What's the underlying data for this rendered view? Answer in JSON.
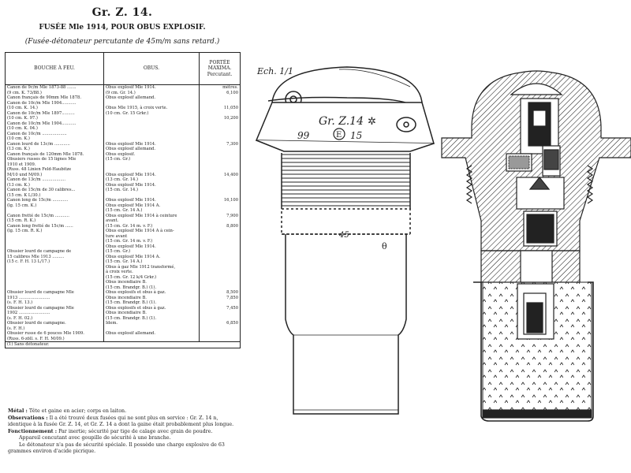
{
  "header": {
    "title": "Gr. Z. 14.",
    "subtitle": "FUSÉE Mle 1914, POUR OBUS EXPLOSIF.",
    "caption": "(Fusée-détonateur percutante de 45m/m sans retard.)"
  },
  "table": {
    "headers": [
      "BOUCHE À FEU.",
      "OBUS.",
      "PORTÉE MAXIMA. Percutant."
    ],
    "unit": "mètres.",
    "rows": [
      {
        "weapon": "Canon de 9c/m Mle 1873-88 .......\n(9 cm. K. 73/88.)\nCanon français de 90mm Mle 1878.\nCanon de 10c/m Mle 1904...........\n(10 cm. K. 14.)\nCanon de 10c/m Mle 1897..........\n(10 cm. K. 97.)\nCanon de 10c/m Mle 1904...........\n(10 cm. K. 04.)\nCanon de 10c/m ...................\n(10 cm. K.)",
        "shell": "Obus explosif Mle 1914.\n(9 cm. Gr. 14.)\nObus explosif allemand.\n\nObus Mle 1915, à croix verte.\n(10 cm. Gr. 15 Grkr.)",
        "range": "6,100\n\n\n11,050\n\n10,200"
      },
      {
        "weapon": "Canon lourd de 13c/m ............\n(13 cm. K.)\nCanon français de 120mm Mle 1878.\nObusiers russes de 15 lignes Mle\n1910 et 1909.\n(Russ. 48 Linien Feld-Haubitze\nM/10 und M/09.)\nCanon de 13c/m ..................\n(13 cm. K.)\nCanon de 15c/m de 30 calibres...\n(15 cm. K L/30.)",
        "shell": "Obus explosif Mle 1914.\nObus explosif allemand.\nObus explosif.\n(15 cm. Gr.)\n\n\nObus explosif Mle 1914.\n(13 cm. Gr. 14.)\nObus explosif Mle 1914.\n(15 cm. Gr. 14.)",
        "range": "7,300\n\n\n\n\n\n14,400"
      },
      {
        "weapon": "Canon long de 15c/m ............\n(lg. 15 cm. K.)\n\nCanon fretté de 15c/m ...........\n(15 cm. R. K.)\nCanon long fretté de 15c/m ......\n(lg. 15 cm. R. K.)",
        "shell": "Obus explosif Mle 1914.\nObus explosif Mle 1914 A.\n(15 cm. Gr. 14 A.)\nObus explosif Mle 1914 à ceinture\navant.\n(15 cm. Gr. 14 m. v. F.)\nObus explosif Mle 1914 A à cein-\nture avant\n(15 cm. Gr. 14 m. v. F.)",
        "range": "16,100\n\n\n7,900\n\n8,800"
      },
      {
        "weapon": "\nObusier lourd de campagne de\n15 calibres Mle 1913 .........\n(15 c. F. H. 13 L/17.)",
        "shell": "Obus explosif Mle 1914.\n(15 cm. Gr.)\nObus explosif Mle 1914 A.\n(15 cm. Gr. 14 A.)\nObus à gaz Mle 1912 transformé,\nà croix verte.\n(15 cm. Gr. 12 k/4 Grkr.)\nObus incendiaire B.\n(15 cm. Brandgr. B.) (1).",
        "range": ""
      },
      {
        "weapon": "Obusier lourd de campagne Mle\n1913 ........................\n(s. F. H. 13.)\nObusier lourd de campagne Mle\n1902 ........................\n(s. F. H. 02.)\nObusier lourd de campagne.\n(s. F. H.)\nObusier russe de 6 pouces Mle 1909.\n(Russ. 6-zöll. s. F. H. M/09.)",
        "shell": "Obus explosifs et obus à gaz.\nObus incendiaire B.\n(15 cm. Brandgr. B.) (1).\nObus explosifs et obus à gaz.\nObus incendiaire B.\n(15 cm. Brandgr. B.) (1).\nIdem.\n\nObus explosif allemand.",
        "range": "8,500\n7,850\n\n7,450\n\n\n6,850"
      }
    ],
    "footnote": "(1) Sans détonateur."
  },
  "notes": {
    "metal_label": "Métal :",
    "metal": "Tête et gaine en acier; corps en laiton.",
    "obs_label": "Observations :",
    "obs": "Il a été trouvé deux fusées qui ne sont plus en service : Gr. Z. 14 n, identique à la fusée Gr. Z. 14, et Gr. Z. 14 a dont la gaine était probablement plus longue.",
    "func_label": "Fonctionnement :",
    "func": "Par inertie; sécurité par tige de calage avec grain de poudre.",
    "func2": "Appareil concutant avec goupille de sécurité à une branche.",
    "func3": "Le détonateur n'a pas de sécurité spéciale. Il possède une charge explosive de 63 grammes environ d'acide picrique."
  },
  "drawing": {
    "scale": "Ech.",
    "scale_value": "1/1",
    "marking": "Gr. Z.14",
    "number_left": "99",
    "number_right": "15",
    "stamp": "E",
    "dimension": "45"
  }
}
